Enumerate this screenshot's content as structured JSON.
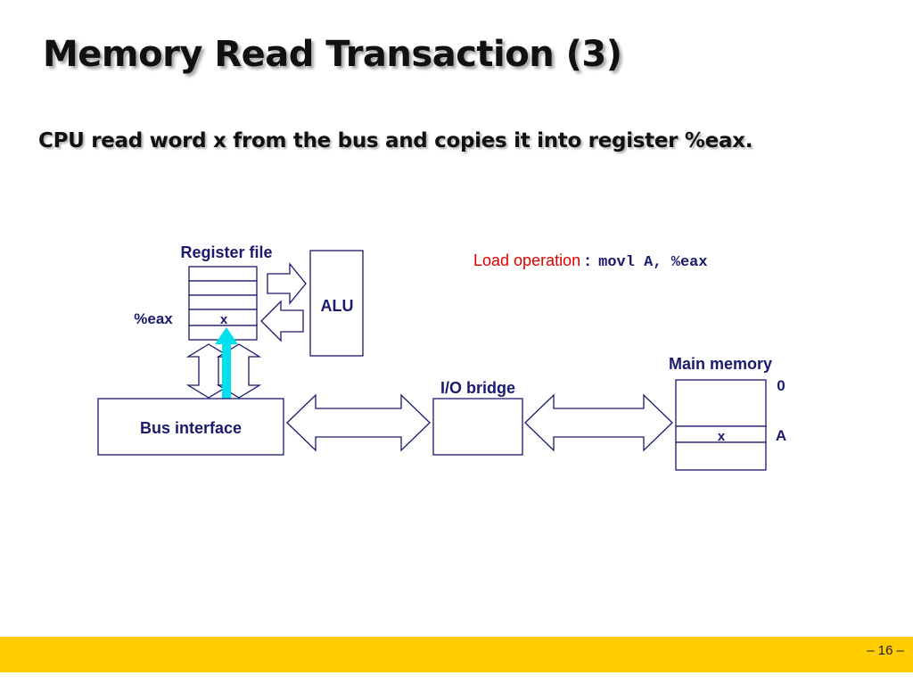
{
  "slide": {
    "title": "Memory Read Transaction (3)",
    "subtitle": "CPU read word x from the bus and copies it into register %eax.",
    "page_number": "– 16 –"
  },
  "diagram": {
    "register_file_label": "Register file",
    "eax_label": "%eax",
    "eax_value": "x",
    "alu_label": "ALU",
    "load_op_label": "Load operation",
    "load_op_colon": ":",
    "load_op_code": "movl A, %eax",
    "bus_interface_label": "Bus interface",
    "io_bridge_label": "I/O bridge",
    "main_memory_label": "Main memory",
    "memory_addr_zero": "0",
    "memory_cell_value": "x",
    "memory_addr_a": "A"
  },
  "colors": {
    "navy": "#1A1A6E",
    "highlight_arrow": "#00E0F0",
    "load_op_red": "#E00000",
    "footer_bar": "#FFCC00"
  }
}
